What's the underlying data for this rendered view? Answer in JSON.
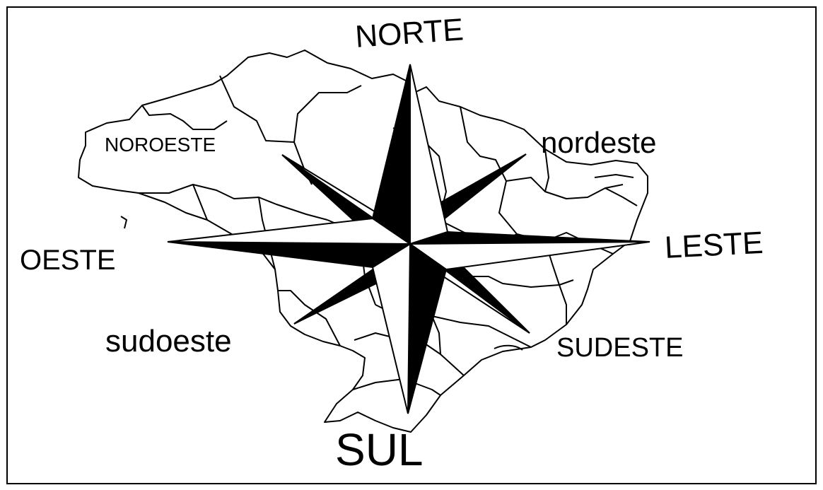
{
  "compass_labels": {
    "north": "NORTE",
    "northeast": "nordeste",
    "east": "LESTE",
    "southeast": "SUDESTE",
    "south": "SUL",
    "southwest": "sudoeste",
    "west": "OESTE",
    "northwest": "NOROESTE"
  },
  "colors": {
    "ink": "#000000",
    "paper": "#ffffff"
  },
  "icons": {
    "compass": "compass-rose-icon",
    "map": "brazil-map-outline"
  }
}
